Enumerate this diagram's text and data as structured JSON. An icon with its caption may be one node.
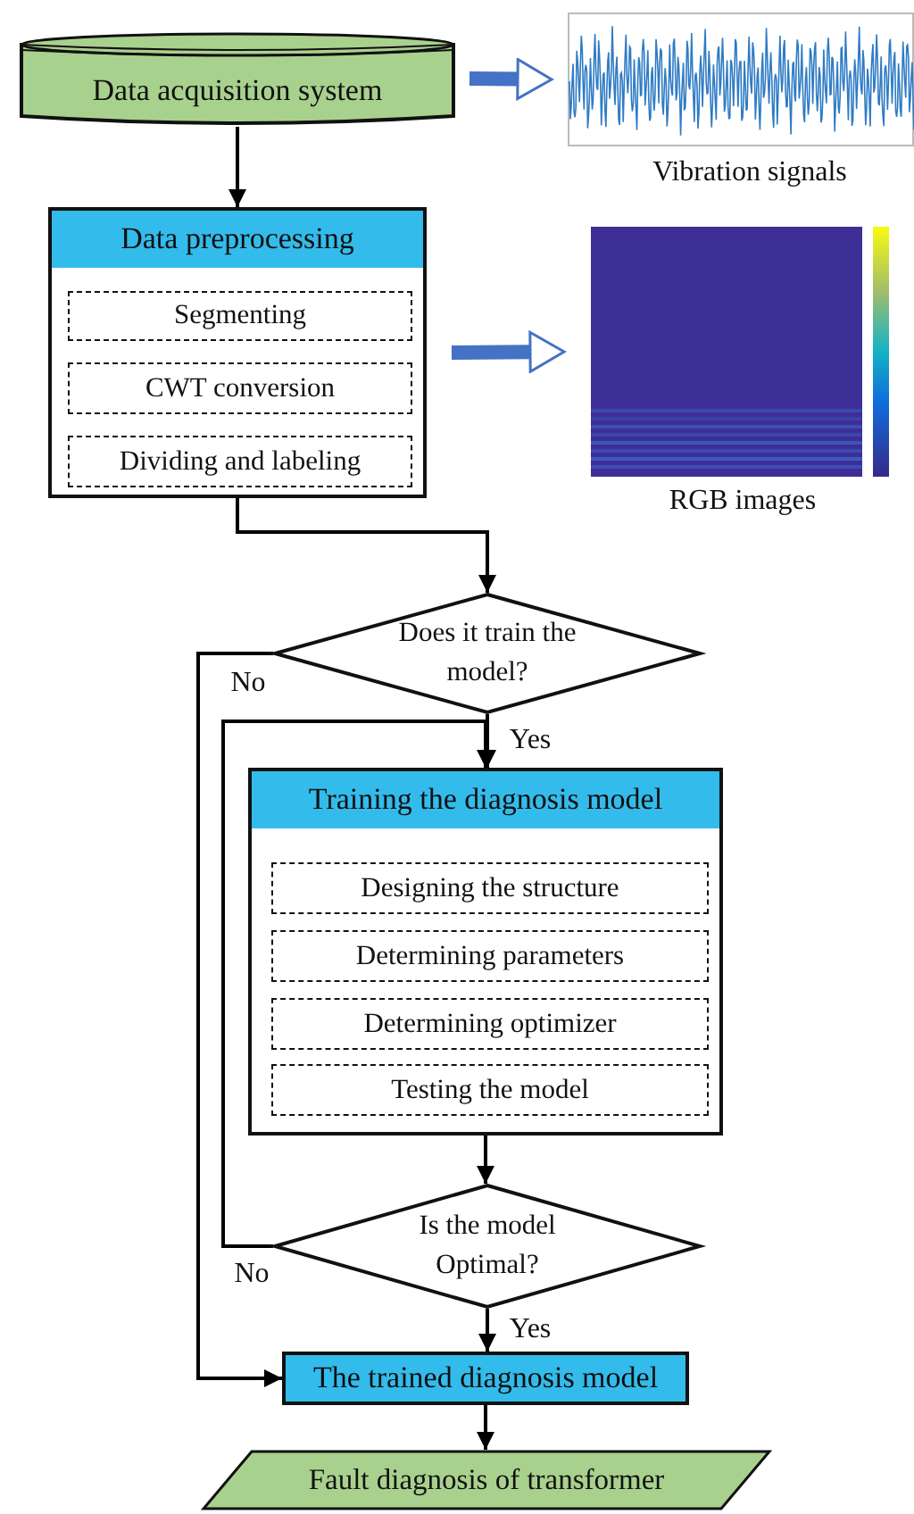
{
  "diagram": {
    "nodes": [
      {
        "text": [
          "Data acquisition system"
        ]
      },
      {
        "text": [],
        "shape": "picture",
        "beside": [
          "Vibration signals"
        ]
      },
      {
        "text": [
          "Data preprocessing"
        ]
      },
      {
        "text": [
          "Segmenting"
        ],
        "in": 2
      },
      {
        "text": [
          "CWT conversion"
        ],
        "in": 2
      },
      {
        "text": [
          "Dividing and labeling"
        ],
        "in": 2
      },
      {
        "text": [],
        "shape": "picture",
        "beside": [
          "RGB images"
        ]
      },
      {
        "text": [
          "Does it train the model?"
        ]
      },
      {
        "text": [
          "Training the diagnosis model"
        ]
      },
      {
        "text": [
          "Designing the structure"
        ],
        "in": 8
      },
      {
        "text": [
          "Determining parameters"
        ],
        "in": 8
      },
      {
        "text": [
          "Determining optimizer"
        ],
        "in": 8
      },
      {
        "text": [
          "Testing the model"
        ],
        "in": 8
      },
      {
        "text": [
          "Is the model Optimal?"
        ]
      },
      {
        "text": [
          "The trained diagnosis model"
        ]
      },
      {
        "text": [
          "Fault diagnosis of transformer"
        ]
      }
    ],
    "edges": [
      {
        "from": 0,
        "to": 1,
        "arrow": "to",
        "style": "thick",
        "color": "#4472c4"
      },
      {
        "from": 0,
        "to": 2,
        "arrow": "to"
      },
      {
        "from": 2,
        "to": 6,
        "arrow": "to",
        "style": "thick",
        "color": "#4472c4"
      },
      {
        "from": 2,
        "to": 7,
        "arrow": "to"
      },
      {
        "from": 7,
        "to": 8,
        "arrow": "to",
        "label": "Yes"
      },
      {
        "from": 7,
        "to": 14,
        "arrow": "to",
        "label": "No"
      },
      {
        "from": 8,
        "to": 13,
        "arrow": "to"
      },
      {
        "from": 13,
        "to": 8,
        "arrow": "to",
        "label": "No"
      },
      {
        "from": 13,
        "to": 14,
        "arrow": "to",
        "label": "Yes"
      },
      {
        "from": 14,
        "to": 15,
        "arrow": "to"
      }
    ]
  }
}
